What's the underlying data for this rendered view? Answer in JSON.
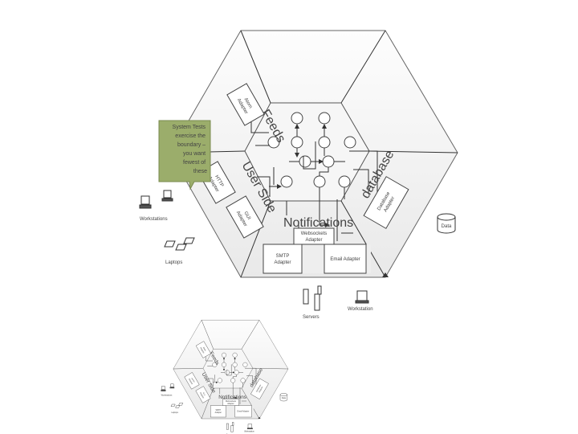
{
  "callout": {
    "lines": [
      "System Tests",
      "exercise the",
      "boundary –",
      "you want",
      "fewest of",
      "these"
    ],
    "color": "#9bad6b"
  },
  "sections": {
    "feeds": "Feeds",
    "user_side": "User Side",
    "database": "database",
    "notifications": "Notifications"
  },
  "adapters": {
    "atom": [
      "Atom",
      "Adapter"
    ],
    "http": [
      "HTTP",
      "Adapter"
    ],
    "gui": [
      "GUI",
      "Adapter"
    ],
    "database": [
      "Database",
      "Adapter"
    ],
    "websockets": [
      "Websockets",
      "Adapter"
    ],
    "smtp": [
      "SMTP",
      "Adapter"
    ],
    "email": "Email Adapter"
  },
  "devices": {
    "workstations": "Workstations",
    "laptops": "Laptops",
    "servers": "Servers",
    "workstation": "Workstation",
    "data": "Data"
  }
}
